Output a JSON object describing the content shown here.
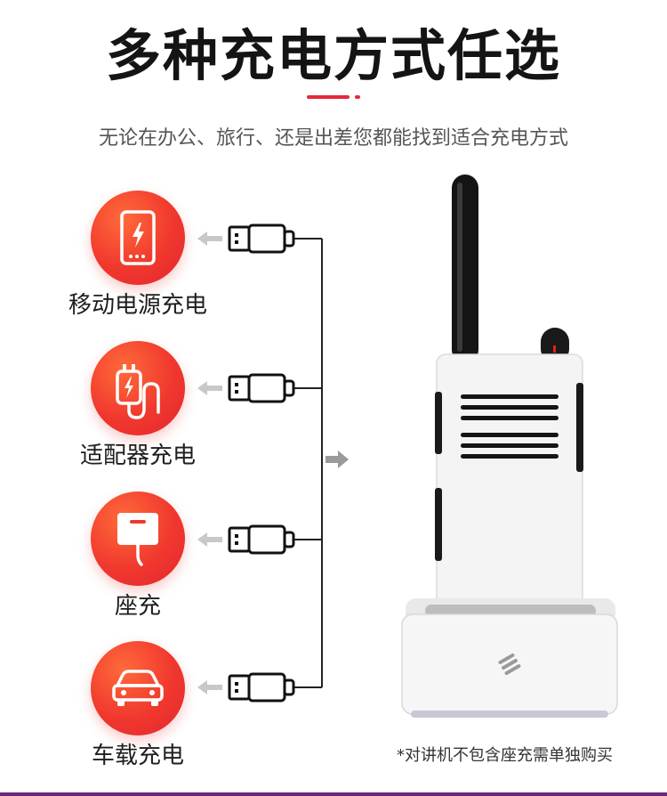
{
  "header": {
    "title": "多种充电方式任选",
    "subtitle": "无论在办公、旅行、还是出差您都能找到适合充电方式"
  },
  "methods": [
    {
      "label": "移动电源充电",
      "icon": "power-bank-icon"
    },
    {
      "label": "适配器充电",
      "icon": "adapter-icon"
    },
    {
      "label": "座充",
      "icon": "desk-charger-icon"
    },
    {
      "label": "车载充电",
      "icon": "car-icon"
    }
  ],
  "footnote": "*对讲机不包含座充需单独购买",
  "colors": {
    "accent_red": "#e8263a",
    "circle_red": "#f0382e",
    "bottom_bar": "#6a2a7a"
  }
}
